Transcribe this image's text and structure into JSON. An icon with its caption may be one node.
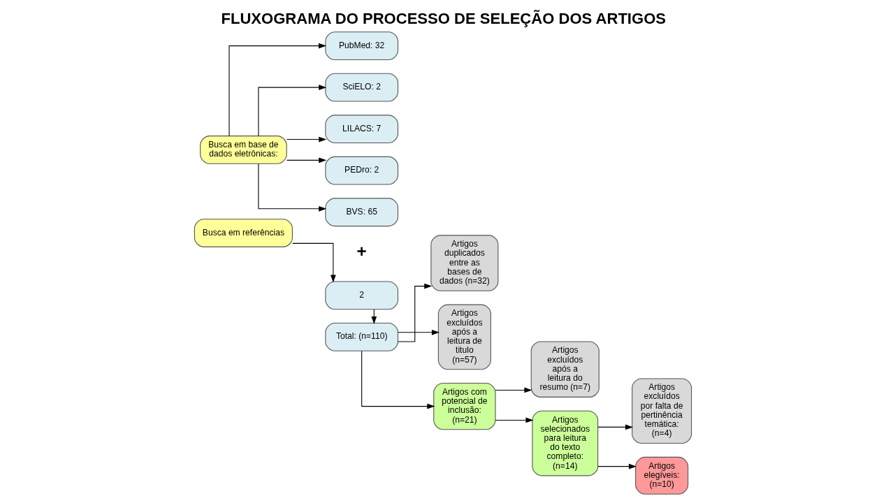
{
  "diagram": {
    "title": "FLUXOGRAMA DO PROCESSO DE SELEÇÃO DOS ARTIGOS",
    "nodes": [
      {
        "text": [
          "Busca em base de dados eletrônicas:"
        ]
      },
      {
        "text": [
          "PubMed: 32"
        ]
      },
      {
        "text": [
          "SciELO: 2"
        ]
      },
      {
        "text": [
          "LILACS: 7"
        ]
      },
      {
        "text": [
          "PEDro: 2"
        ]
      },
      {
        "text": [
          "BVS: 65"
        ]
      },
      {
        "text": [
          "Busca em referências"
        ]
      },
      {
        "text": [
          "2"
        ]
      },
      {
        "text": [
          "Total: (n=110)"
        ]
      },
      {
        "text": [
          "Artigos duplicados entre as bases de dados (n=32)"
        ]
      },
      {
        "text": [
          "Artigos excluídos após a leitura de titulo (n=57)"
        ]
      },
      {
        "text": [
          "Artigos com potencial de inclusão: (n=21)"
        ]
      },
      {
        "text": [
          "Artigos excluídos após a leitura do resumo (n=7)"
        ]
      },
      {
        "text": [
          "Artigos selecionados para leitura do texto completo: (n=14)"
        ]
      },
      {
        "text": [
          "Artigos excluídos por falta de pertinência temática: (n=4)"
        ]
      },
      {
        "text": [
          "Artigos elegíveis: (n=10)"
        ]
      }
    ],
    "edges": [
      {
        "from": 0,
        "to": 1,
        "arrow": "to"
      },
      {
        "from": 0,
        "to": 2,
        "arrow": "to"
      },
      {
        "from": 0,
        "to": 3,
        "arrow": "to"
      },
      {
        "from": 0,
        "to": 4,
        "arrow": "to"
      },
      {
        "from": 0,
        "to": 5,
        "arrow": "to"
      },
      {
        "from": 6,
        "to": 7,
        "arrow": "to"
      },
      {
        "from": 7,
        "to": 8,
        "arrow": "to"
      },
      {
        "from": 8,
        "to": 9,
        "arrow": "to"
      },
      {
        "from": 8,
        "to": 10,
        "arrow": "to"
      },
      {
        "from": 8,
        "to": 11,
        "arrow": "to"
      },
      {
        "from": 11,
        "to": 12,
        "arrow": "to"
      },
      {
        "from": 11,
        "to": 13,
        "arrow": "to"
      },
      {
        "from": 13,
        "to": 14,
        "arrow": "to"
      },
      {
        "from": 13,
        "to": 15,
        "arrow": "to"
      }
    ],
    "labels": [
      "+"
    ]
  }
}
